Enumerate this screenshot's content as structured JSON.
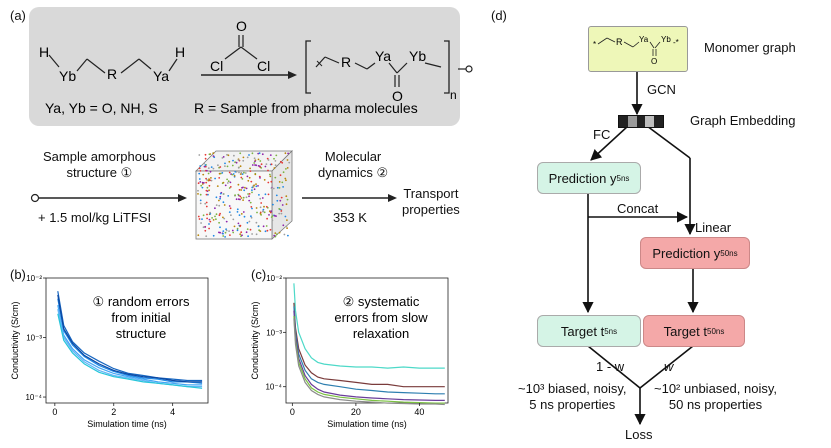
{
  "panel_a": {
    "label": "(a)",
    "y_def": "Ya, Yb = O, NH, S",
    "r_def": "R = Sample from pharma molecules",
    "reactant_h1": "H",
    "reactant_yb": "Yb",
    "reactant_r": "R",
    "reactant_ya": "Ya",
    "reactant_h2": "H",
    "reagent_cl1": "Cl",
    "reagent_cl2": "Cl",
    "reagent_o": "O",
    "product_r": "R",
    "product_ya": "Ya",
    "product_yb": "Yb",
    "product_o": "O",
    "product_n": "n",
    "step1": "Sample amorphous\nstructure ①",
    "step1_sub": "+ 1.5 mol/kg LiTFSI",
    "step2": "Molecular\ndynamics ②",
    "step2_sub": "353 K",
    "result": "Transport\nproperties"
  },
  "panel_b": {
    "label": "(b)",
    "annotation": "① random errors\nfrom initial\nstructure"
  },
  "panel_c": {
    "label": "(c)",
    "annotation": "② systematic\nerrors from slow\nrelaxation"
  },
  "panel_d": {
    "label": "(d)",
    "monomer_label": "Monomer graph",
    "gcn": "GCN",
    "embedding": "Graph Embedding",
    "fc": "FC",
    "pred5": "Prediction y",
    "pred5_sub": "5ns",
    "concat": "Concat",
    "linear": "Linear",
    "pred50": "Prediction y",
    "pred50_sub": "50ns",
    "t5": "Target t",
    "t5_sub": "5ns",
    "t50": "Target t",
    "t50_sub": "50ns",
    "w_left": "1 - w",
    "w_right": "w",
    "left_desc": "~10³ biased, noisy,\n5 ns properties",
    "right_desc": "~10² unbiased, noisy,\n50 ns properties",
    "loss": "Loss"
  },
  "chart_data": [
    {
      "type": "line",
      "panel": "b",
      "xlabel": "Simulation time (ns)",
      "ylabel": "Conductivity (S/cm)",
      "xticks": [
        "0",
        "2",
        "4"
      ],
      "yticks": [
        "10⁻²",
        "10⁻³",
        "10⁻⁴"
      ],
      "xlim": [
        -0.3,
        5.2
      ],
      "ylim_log10": [
        -4.1,
        -2.0
      ],
      "yscale": "log",
      "colors": [
        "#1565c0",
        "#1e88e5",
        "#42a5f5",
        "#64b5f6",
        "#26c6da",
        "#0d47a1"
      ],
      "series": [
        {
          "x": [
            0.1,
            0.3,
            0.6,
            1.0,
            1.5,
            2.0,
            2.5,
            3.0,
            3.5,
            4.0,
            4.5,
            5.0
          ],
          "values": [
            0.006,
            0.0016,
            0.00085,
            0.00055,
            0.0004,
            0.0003,
            0.00025,
            0.00023,
            0.00021,
            0.0002,
            0.00019,
            0.00019
          ]
        },
        {
          "x": [
            0.1,
            0.3,
            0.6,
            1.0,
            1.5,
            2.0,
            2.5,
            3.0,
            3.5,
            4.0,
            4.5,
            5.0
          ],
          "values": [
            0.0045,
            0.0013,
            0.00075,
            0.00048,
            0.00034,
            0.00027,
            0.00023,
            0.00021,
            0.0002,
            0.00018,
            0.00018,
            0.00017
          ]
        },
        {
          "x": [
            0.1,
            0.3,
            0.6,
            1.0,
            1.5,
            2.0,
            2.5,
            3.0,
            3.5,
            4.0,
            4.5,
            5.0
          ],
          "values": [
            0.0035,
            0.0011,
            0.00065,
            0.00042,
            0.00031,
            0.00025,
            0.00022,
            0.0002,
            0.00018,
            0.00017,
            0.00016,
            0.00016
          ]
        },
        {
          "x": [
            0.1,
            0.3,
            0.6,
            1.0,
            1.5,
            2.0,
            2.5,
            3.0,
            3.5,
            4.0,
            4.5,
            5.0
          ],
          "values": [
            0.003,
            0.001,
            0.0006,
            0.00039,
            0.00028,
            0.00023,
            0.00021,
            0.00019,
            0.00017,
            0.00016,
            0.00015,
            0.00015
          ]
        },
        {
          "x": [
            0.1,
            0.3,
            0.6,
            1.0,
            1.5,
            2.0,
            2.5,
            3.0,
            3.5,
            4.0,
            4.5,
            5.0
          ],
          "values": [
            0.0025,
            0.0009,
            0.00055,
            0.00036,
            0.00026,
            0.00022,
            0.0002,
            0.00018,
            0.00017,
            0.00016,
            0.00015,
            0.00014
          ]
        },
        {
          "x": [
            0.1,
            0.3,
            0.6,
            1.0,
            1.5,
            2.0,
            2.5,
            3.0,
            3.5,
            4.0,
            4.5,
            5.0
          ],
          "values": [
            0.0052,
            0.0014,
            0.0008,
            0.0005,
            0.00036,
            0.00028,
            0.00024,
            0.00022,
            0.00021,
            0.00019,
            0.00018,
            0.00018
          ]
        }
      ]
    },
    {
      "type": "line",
      "panel": "c",
      "xlabel": "Simulation time (ns)",
      "ylabel": "Conductivity (S/cm)",
      "xticks": [
        "0",
        "20",
        "40"
      ],
      "yticks": [
        "10⁻²",
        "10⁻³",
        "10⁻⁴"
      ],
      "xlim": [
        -2,
        49
      ],
      "ylim_log10": [
        -4.3,
        -2.0
      ],
      "yscale": "log",
      "colors": [
        "#4dd9c8",
        "#7a3b3b",
        "#2e7fb0",
        "#6a3d9a",
        "#7cc242",
        "#8c8c8c"
      ],
      "series": [
        {
          "x": [
            0.5,
            1,
            2,
            4,
            6,
            8,
            10,
            15,
            20,
            25,
            30,
            35,
            40,
            45,
            48
          ],
          "values": [
            0.008,
            0.0025,
            0.001,
            0.0005,
            0.00034,
            0.00028,
            0.00026,
            0.00024,
            0.00023,
            0.00023,
            0.00022,
            0.00023,
            0.00022,
            0.00022,
            0.00022
          ]
        },
        {
          "x": [
            0.5,
            1,
            2,
            4,
            6,
            8,
            10,
            15,
            20,
            25,
            30,
            35,
            40,
            45,
            48
          ],
          "values": [
            0.0035,
            0.0012,
            0.0005,
            0.00025,
            0.00018,
            0.00015,
            0.00014,
            0.00013,
            0.00012,
            0.00011,
            0.00011,
            0.0001,
            0.0001,
            0.0001,
            0.0001
          ]
        },
        {
          "x": [
            0.5,
            1,
            2,
            4,
            6,
            8,
            10,
            15,
            20,
            25,
            30,
            35,
            40,
            45,
            48
          ],
          "values": [
            0.003,
            0.001,
            0.0004,
            0.0002,
            0.00014,
            0.00012,
            0.00011,
            0.0001,
            9e-05,
            8.5e-05,
            8e-05,
            7.8e-05,
            7.6e-05,
            7.4e-05,
            7.4e-05
          ]
        },
        {
          "x": [
            0.5,
            1,
            2,
            4,
            6,
            8,
            10,
            15,
            20,
            25,
            30,
            35,
            40,
            45,
            48
          ],
          "values": [
            0.0025,
            0.00085,
            0.00033,
            0.00016,
            0.00011,
            9e-05,
            8e-05,
            7e-05,
            6.5e-05,
            6.2e-05,
            6e-05,
            5.8e-05,
            5.7e-05,
            5.6e-05,
            5.6e-05
          ]
        },
        {
          "x": [
            0.5,
            1,
            2,
            4,
            6,
            8,
            10,
            15,
            20,
            25,
            30,
            35,
            40,
            45,
            48
          ],
          "values": [
            0.002,
            0.0007,
            0.00028,
            0.00014,
            9.5e-05,
            8e-05,
            7.2e-05,
            6.4e-05,
            6e-05,
            5.6e-05,
            5.4e-05,
            5.2e-05,
            5.1e-05,
            5e-05,
            5e-05
          ]
        },
        {
          "x": [
            0.5,
            1,
            2,
            4,
            6,
            8,
            10,
            15,
            20,
            25,
            30,
            35,
            40,
            45,
            48
          ],
          "values": [
            0.0018,
            0.0006,
            0.00024,
            0.00012,
            8.5e-05,
            7.2e-05,
            6.5e-05,
            5.8e-05,
            5.4e-05,
            5.2e-05,
            5e-05,
            4.9e-05,
            4.8e-05,
            4.8e-05,
            4.7e-05
          ]
        }
      ]
    }
  ]
}
